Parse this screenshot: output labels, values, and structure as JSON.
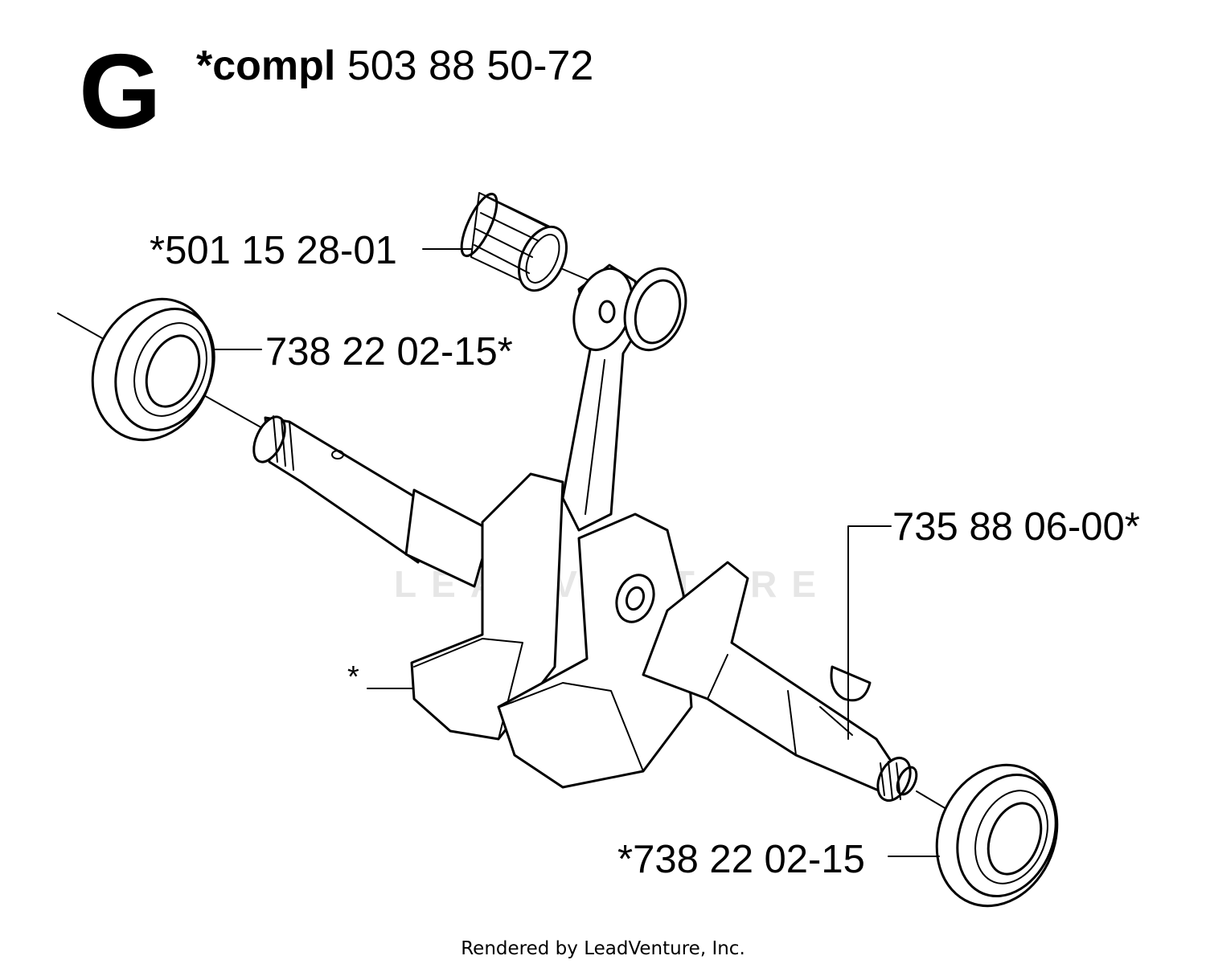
{
  "section": {
    "letter": "G",
    "compl_prefix": "*compl",
    "compl_number": "503 88 50-72"
  },
  "callouts": [
    {
      "name": "needle-bearing",
      "text": "*501 15 28-01"
    },
    {
      "name": "left-ball-bearing",
      "text": "738 22 02-15*"
    },
    {
      "name": "woodruff-key",
      "text": "735 88 06-00*"
    },
    {
      "name": "crankshaft",
      "text": "*"
    },
    {
      "name": "right-ball-bearing",
      "text": "*738 22 02-15"
    }
  ],
  "watermark": "LEADVENTURE",
  "footer": "Rendered by LeadVenture, Inc."
}
